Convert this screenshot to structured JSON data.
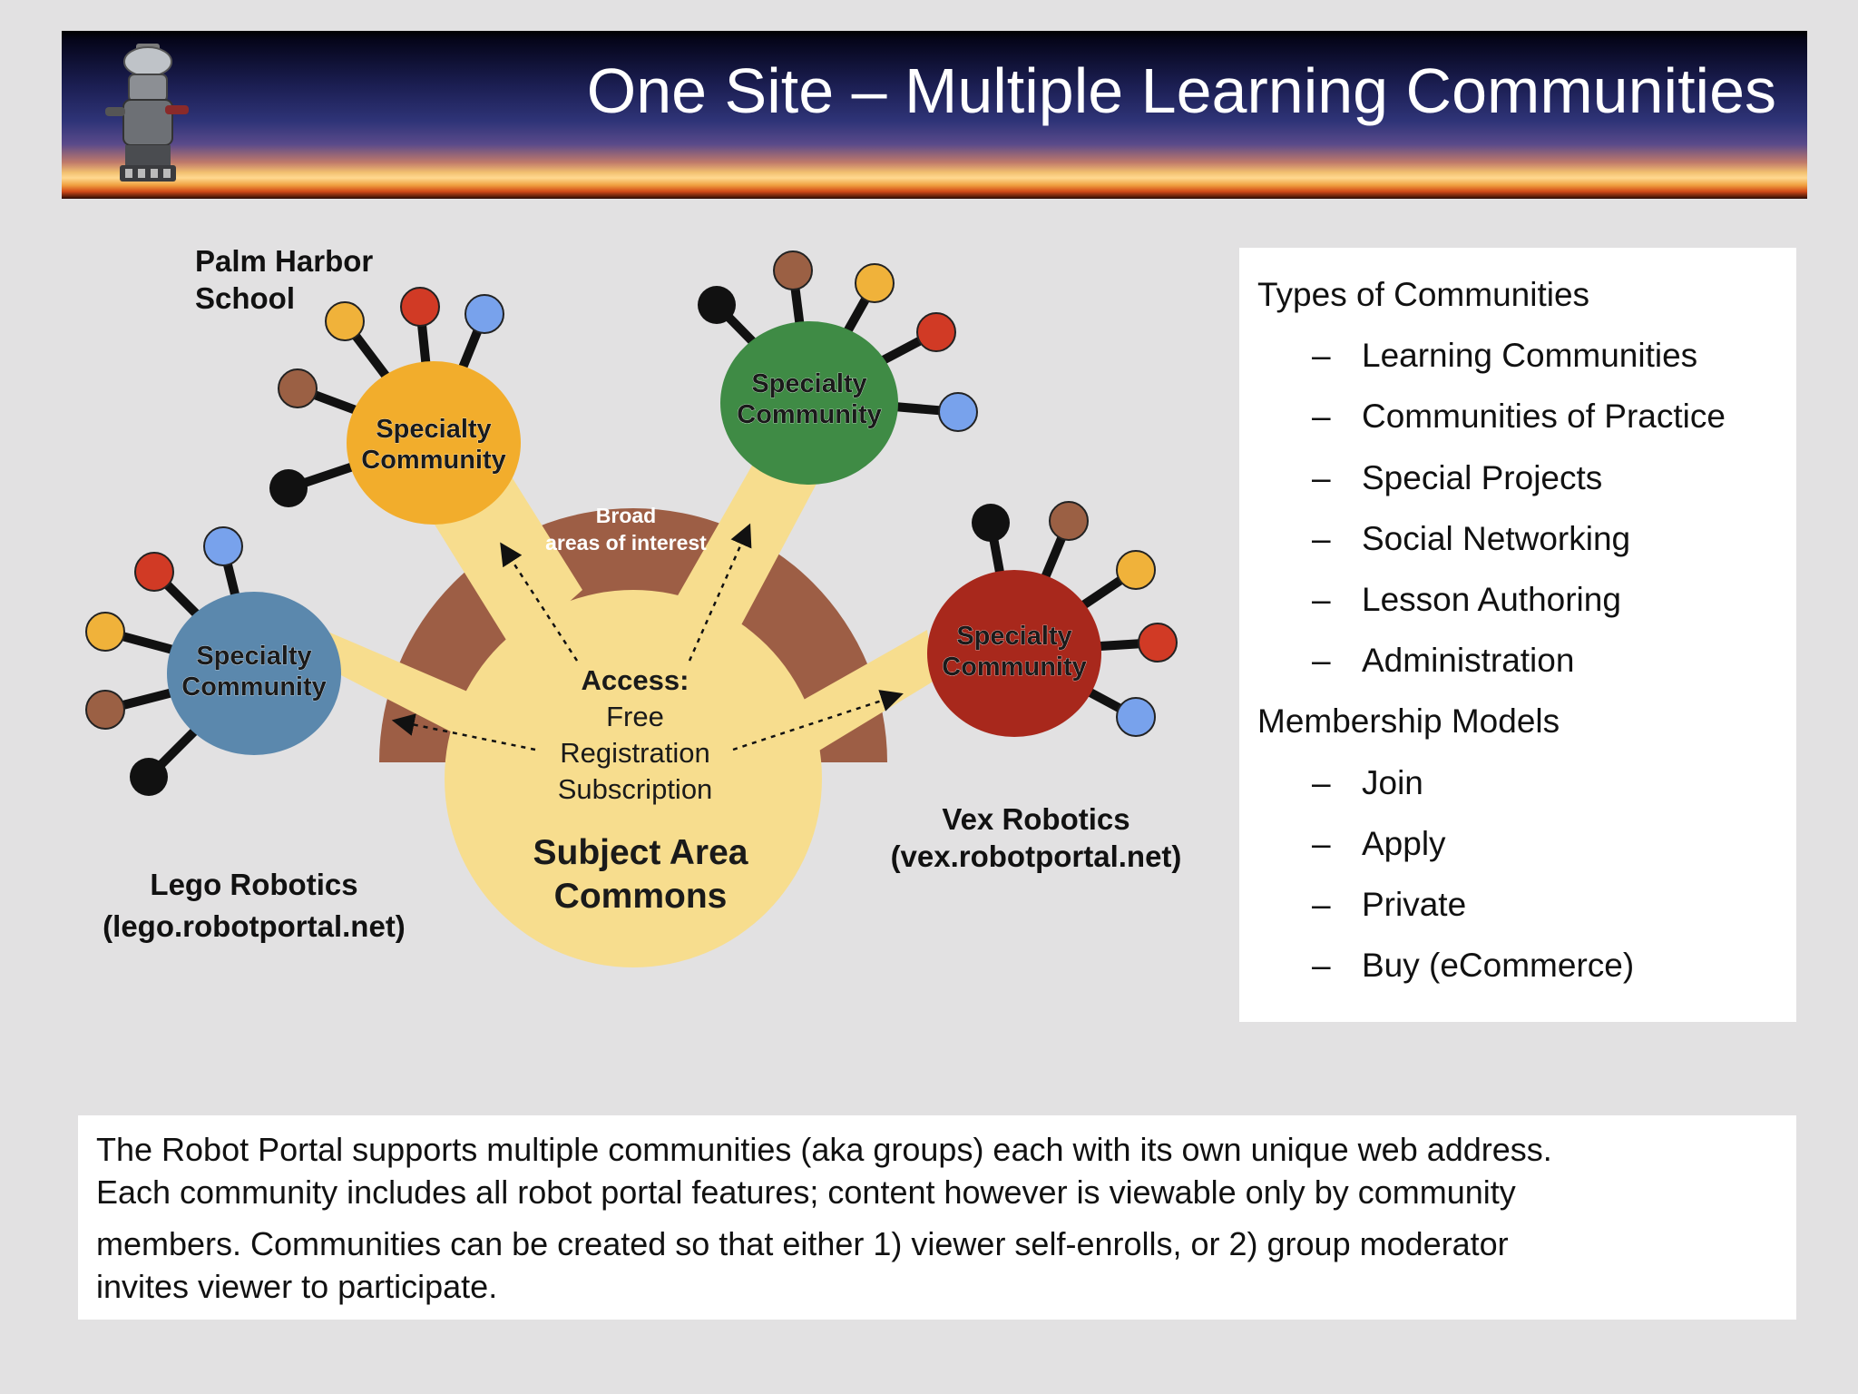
{
  "slide": {
    "title": "One Site – Multiple Learning Communities"
  },
  "diagram": {
    "center": {
      "access_label": "Access:",
      "access_options": [
        "Free",
        "Registration",
        "Subscription"
      ],
      "commons_line1": "Subject Area",
      "commons_line2": "Commons"
    },
    "arc_label_line1": "Broad",
    "arc_label_line2": "areas of interest",
    "community_line1": "Specialty",
    "community_line2": "Community",
    "colors": {
      "yellow_community": "#f2ad2c",
      "green_community": "#3f8b45",
      "blue_community": "#5b88ad",
      "red_community": "#a8281c",
      "arc_brown": "#9d5e45",
      "commons_fill": "#f7dd8e",
      "node_red": "#d13a25",
      "node_blue": "#78a2ec",
      "node_yellow": "#f0b23a",
      "node_brown": "#9b6044",
      "node_black": "#111111"
    },
    "labels": {
      "palm_harbor_line1": "Palm Harbor",
      "palm_harbor_line2": "School",
      "lego_line1": "Lego Robotics",
      "lego_line2": "(lego.robotportal.net)",
      "vex_line1": "Vex Robotics",
      "vex_line2": "(vex.robotportal.net)"
    }
  },
  "types": {
    "heading_communities": "Types of Communities",
    "communities": [
      "Learning Communities",
      "Communities of Practice",
      "Special Projects",
      "Social Networking",
      "Lesson Authoring",
      "Administration"
    ],
    "heading_membership": "Membership Models",
    "membership": [
      "Join",
      "Apply",
      "Private",
      "Buy (eCommerce)"
    ],
    "dash": "–"
  },
  "description": {
    "line1": "The Robot Portal supports multiple communities (aka groups) each with its own unique web address.",
    "line2": "Each community includes all robot portal features; content however is viewable only by community",
    "line3": "members.  Communities can be created so that either 1) viewer self-enrolls, or 2) group moderator",
    "line4": "invites viewer to participate."
  }
}
